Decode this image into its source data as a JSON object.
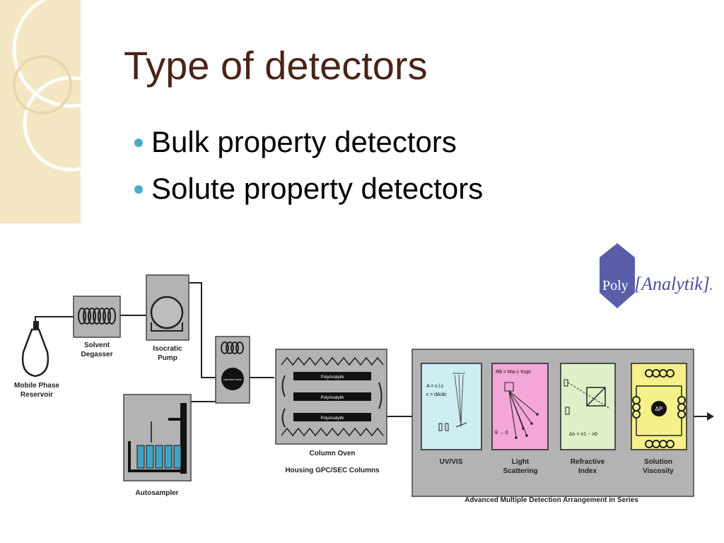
{
  "slide": {
    "title": "Type of detectors",
    "bullets": [
      "Bulk property detectors",
      "Solute property detectors"
    ]
  },
  "diagram": {
    "logo": {
      "left": "Poly",
      "right": "[Analytik]",
      "mark": "."
    },
    "components": {
      "reservoir": [
        "Mobile Phase",
        "Reservoir"
      ],
      "degasser": [
        "Solvent",
        "Degasser"
      ],
      "pump": [
        "Isocratic",
        "Pump"
      ],
      "autosampler": "Autosampler",
      "oven": [
        "Column Oven",
        "Housing GPC/SEC Columns"
      ],
      "column_text": "PolyAnalytik",
      "injector_text": "Injection Valve"
    },
    "detectors": [
      {
        "label": [
          "UV/VIS"
        ],
        "color": "#cdeef2"
      },
      {
        "label": [
          "Light",
          "Scattering"
        ],
        "color": "#f3a6d7"
      },
      {
        "label": [
          "Refractive",
          "Index"
        ],
        "color": "#dff0c8"
      },
      {
        "label": [
          "Solution",
          "Viscosity"
        ],
        "color": "#f4f08a"
      }
    ],
    "uv_eq": [
      "A = ε.l.c",
      "ε = dA/dc"
    ],
    "ls_eq": "Rθ = Mw c Kopt",
    "ls_angle": "θ → 0",
    "ri_eq": "Δn = n1 − n0",
    "visc_mark": "ΔP",
    "caption": "Advanced Multiple Detection Arrangement in Series"
  }
}
